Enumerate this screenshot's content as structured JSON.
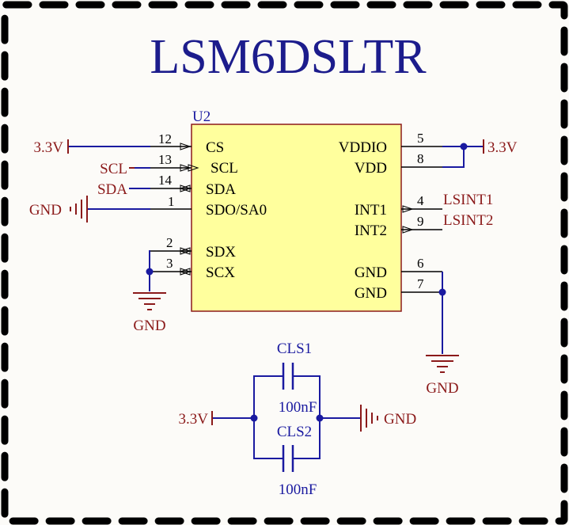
{
  "title": "LSM6DSLTR",
  "colors": {
    "title": "#1c1c8c",
    "border": "#000000",
    "sheet": "#fcfbf8",
    "body_fill": "#ffff9d",
    "body_stroke": "#8b1a1a",
    "wire": "#1a1aa0",
    "power": "#8b1a1a",
    "pin_text": "#000000",
    "designator": "#1a1aa0"
  },
  "chip": {
    "designator": "U2",
    "left_pins": [
      {
        "number": "12",
        "name": "CS"
      },
      {
        "number": "13",
        "name": "SCL"
      },
      {
        "number": "14",
        "name": "SDA"
      },
      {
        "number": "1",
        "name": "SDO/SA0"
      },
      {
        "number": "2",
        "name": "SDX"
      },
      {
        "number": "3",
        "name": "SCX"
      }
    ],
    "right_pins": [
      {
        "number": "5",
        "name": "VDDIO"
      },
      {
        "number": "8",
        "name": "VDD"
      },
      {
        "number": "4",
        "name": "INT1"
      },
      {
        "number": "9",
        "name": "INT2"
      },
      {
        "number": "6",
        "name": "GND"
      },
      {
        "number": "7",
        "name": "GND"
      }
    ]
  },
  "nets": {
    "vcc_left": "3.3V",
    "vcc_right": "3.3V",
    "scl": "SCL",
    "sda": "SDA",
    "gnd_left": "GND",
    "gnd_bottom_left": "GND",
    "gnd_right": "GND",
    "lsint1": "LSINT1",
    "lsint2": "LSINT2"
  },
  "capacitors": [
    {
      "designator": "CLS1",
      "value": "100nF"
    },
    {
      "designator": "CLS2",
      "value": "100nF"
    }
  ],
  "cap_nets": {
    "vcc": "3.3V",
    "gnd": "GND"
  }
}
